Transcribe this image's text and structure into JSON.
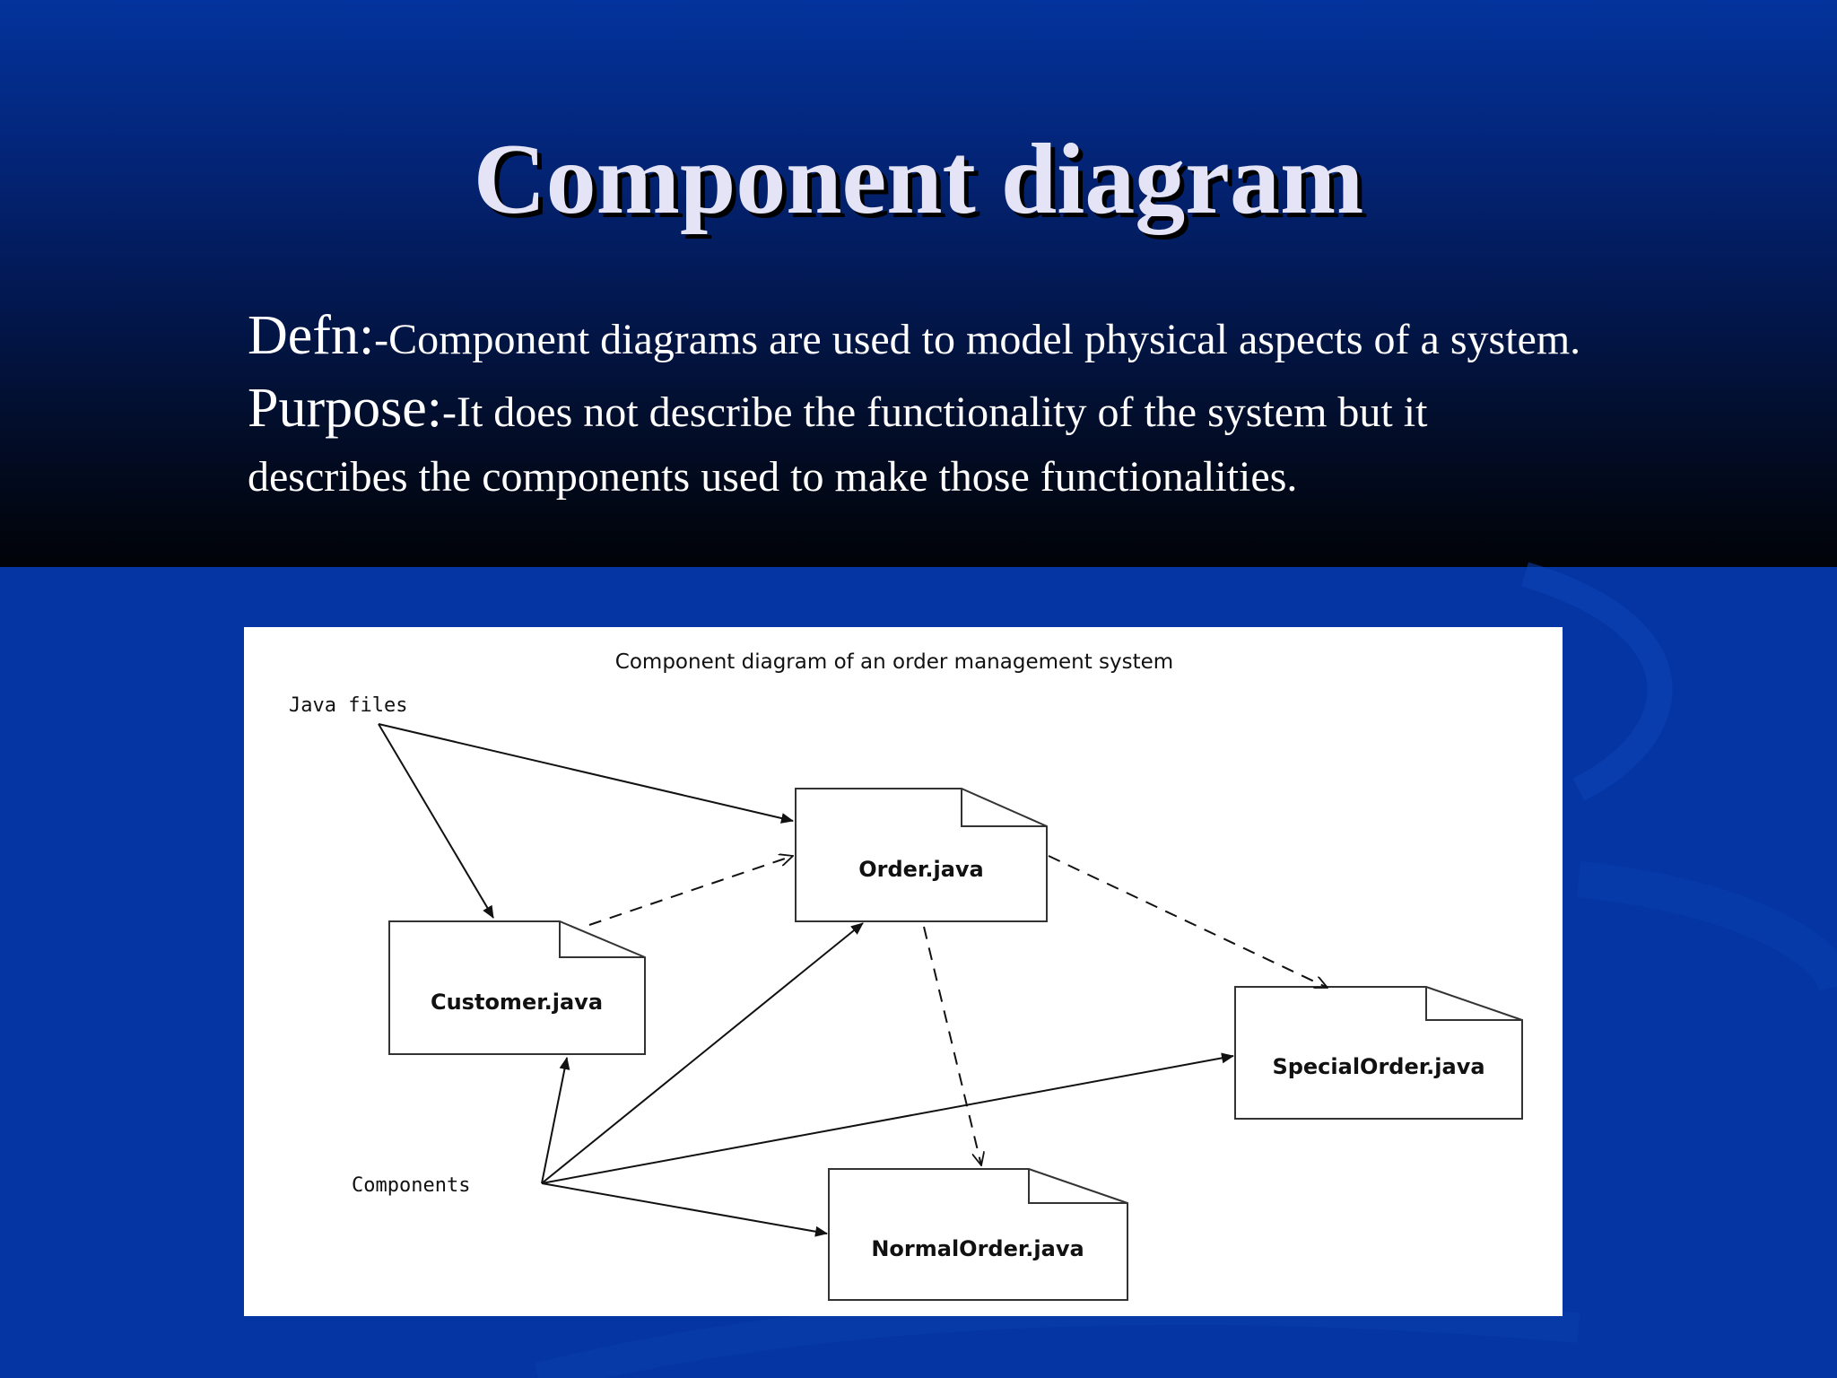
{
  "slide": {
    "title": "Component diagram",
    "definition": {
      "lead": "Defn:",
      "text": "-Component diagrams are used to model physical aspects of a system."
    },
    "purpose": {
      "lead": "Purpose:",
      "text": "-It does not describe the functionality of the system but it describes the components used to make those functionalities."
    }
  },
  "diagram": {
    "title": "Component diagram of an order management system",
    "notes": {
      "java_files": "Java files",
      "components": "Components"
    },
    "components": {
      "order": "Order.java",
      "customer": "Customer.java",
      "special_order": "SpecialOrder.java",
      "normal_order": "NormalOrder.java"
    },
    "connections": [
      {
        "from": "Java files",
        "to": "Order.java",
        "style": "solid"
      },
      {
        "from": "Java files",
        "to": "Customer.java",
        "style": "solid"
      },
      {
        "from": "Customer.java",
        "to": "Order.java",
        "style": "dashed"
      },
      {
        "from": "Order.java",
        "to": "SpecialOrder.java",
        "style": "dashed"
      },
      {
        "from": "Order.java",
        "to": "NormalOrder.java",
        "style": "dashed"
      },
      {
        "from": "Components",
        "to": "Customer.java",
        "style": "solid"
      },
      {
        "from": "Components",
        "to": "Order.java",
        "style": "solid"
      },
      {
        "from": "Components",
        "to": "SpecialOrder.java",
        "style": "solid"
      },
      {
        "from": "Components",
        "to": "NormalOrder.java",
        "style": "solid"
      }
    ]
  },
  "colors": {
    "background": "#0535a3",
    "title": "#e4e4f6",
    "text": "#ffffff",
    "panel": "#ffffff"
  }
}
